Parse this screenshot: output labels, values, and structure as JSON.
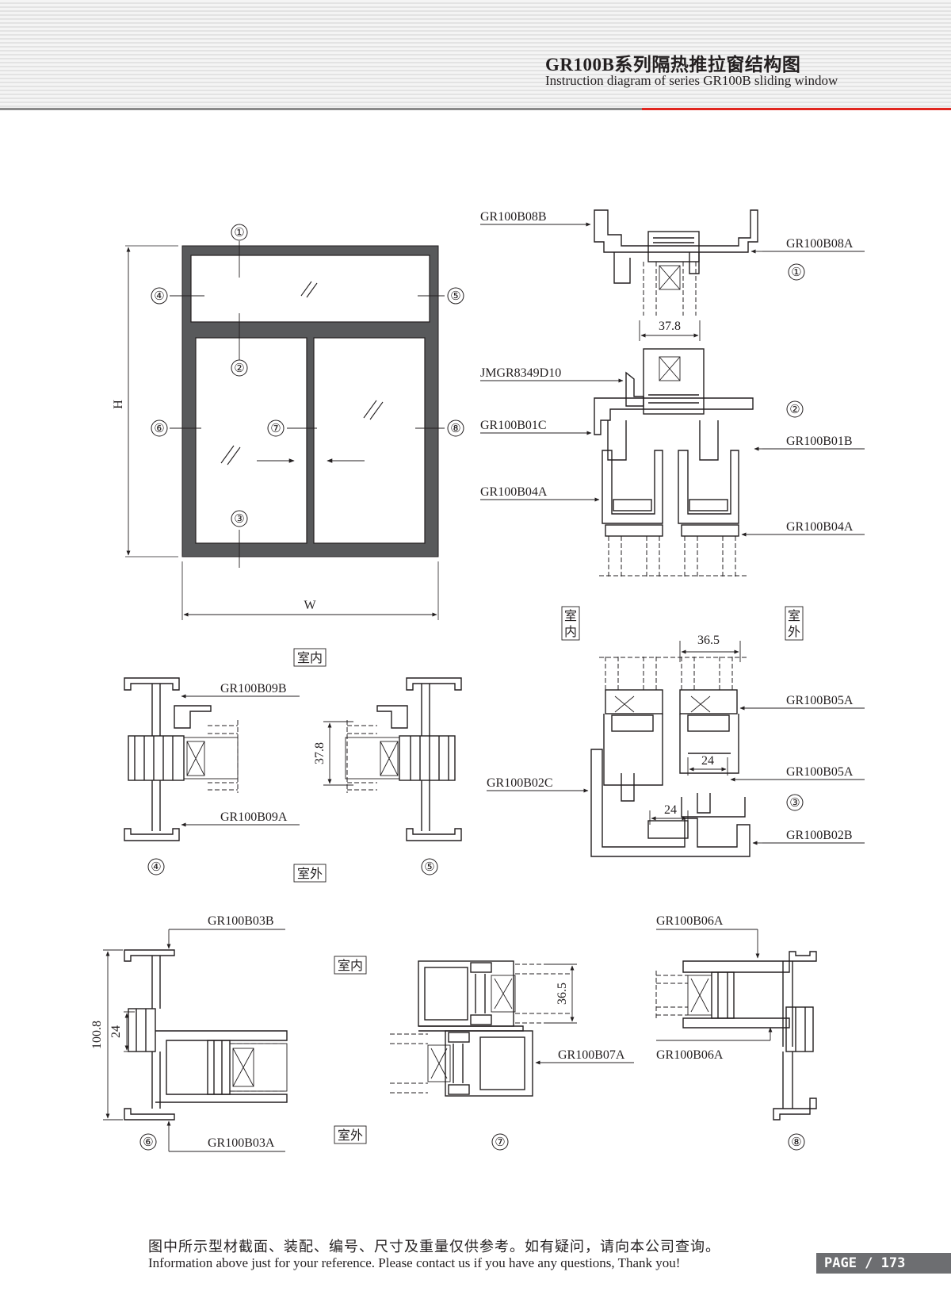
{
  "header": {
    "title_cn": "GR100B系列隔热推拉窗结构图",
    "title_en": "Instruction diagram of series GR100B sliding window"
  },
  "elevation": {
    "height_label": "H",
    "width_label": "W",
    "markers": [
      "①",
      "②",
      "③",
      "④",
      "⑤",
      "⑥",
      "⑦",
      "⑧"
    ]
  },
  "room_labels": {
    "indoor": "室内",
    "outdoor": "室外",
    "indoor_v": [
      "室",
      "内"
    ],
    "outdoor_v": [
      "室",
      "外"
    ]
  },
  "sections": {
    "s1": {
      "marker": "①",
      "parts": [
        "GR100B08B",
        "GR100B08A"
      ],
      "dim": "37.8"
    },
    "s2": {
      "marker": "②",
      "parts": [
        "JMGR8349D10",
        "GR100B01C",
        "GR100B01B",
        "GR100B04A",
        "GR100B04A"
      ]
    },
    "s3": {
      "marker": "③",
      "parts": [
        "GR100B05A",
        "GR100B02C",
        "GR100B05A",
        "GR100B02B"
      ],
      "dims": [
        "36.5",
        "24",
        "24"
      ]
    },
    "s4": {
      "marker": "④",
      "parts": [
        "GR100B09B",
        "GR100B09A"
      ]
    },
    "s5": {
      "marker": "⑤",
      "dim": "37.8"
    },
    "s6": {
      "marker": "⑥",
      "parts": [
        "GR100B03B",
        "GR100B03A"
      ],
      "dims": [
        "100.8",
        "24"
      ]
    },
    "s7": {
      "marker": "⑦",
      "parts": [
        "GR100B07A"
      ],
      "dim": "36.5"
    },
    "s8": {
      "marker": "⑧",
      "parts": [
        "GR100B06A",
        "GR100B06A"
      ]
    }
  },
  "footer": {
    "text_cn": "图中所示型材截面、装配、编号、尺寸及重量仅供参考。如有疑问，请向本公司查询。",
    "text_en": "Information above just for your reference. Please contact us if you have any questions, Thank you!",
    "page": "PAGE / 173"
  }
}
